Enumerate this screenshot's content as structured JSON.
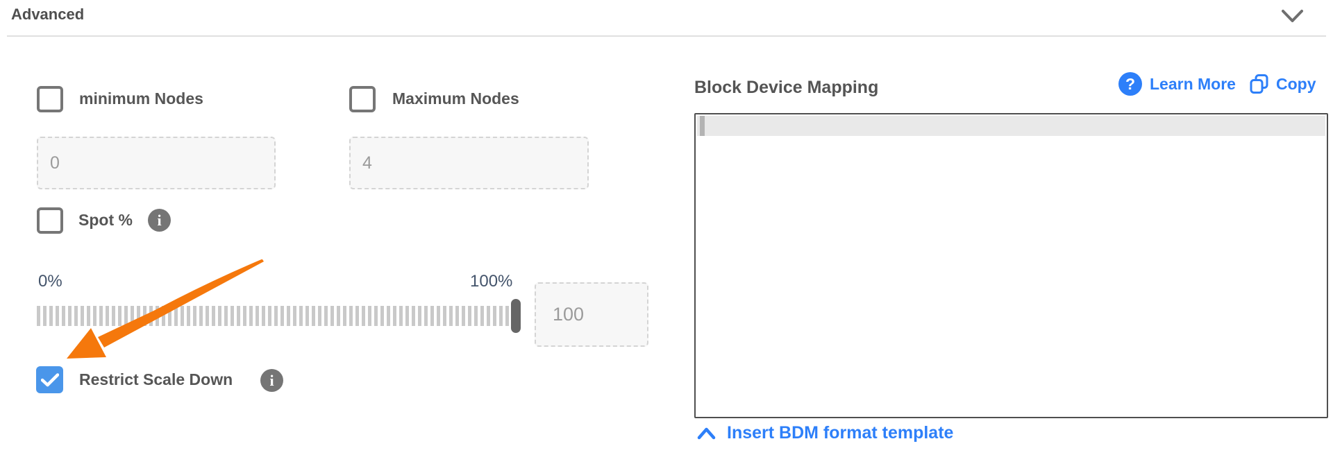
{
  "accordion": {
    "title": "Advanced"
  },
  "icons": {
    "info_glyph": "i",
    "question_glyph": "?"
  },
  "fields": {
    "min_nodes": {
      "label": "minimum Nodes",
      "checked": false,
      "placeholder": "0"
    },
    "max_nodes": {
      "label": "Maximum Nodes",
      "checked": false,
      "placeholder": "4"
    },
    "spot": {
      "label": "Spot %",
      "checked": false
    },
    "restrict_scale_down": {
      "label": "Restrict Scale Down",
      "checked": true
    }
  },
  "slider": {
    "min_label": "0%",
    "max_label": "100%",
    "value_placeholder": "100"
  },
  "bdm": {
    "title": "Block Device Mapping",
    "learn_more": "Learn More",
    "copy": "Copy",
    "editor_content": "",
    "insert_template": "Insert BDM format template"
  },
  "colors": {
    "accent_blue": "#2d7ff9",
    "checked_checkbox_blue": "#4a96ea",
    "arrow_orange": "#f5780c",
    "label_gray": "#565656",
    "slider_label_blue_gray": "#44546b"
  }
}
